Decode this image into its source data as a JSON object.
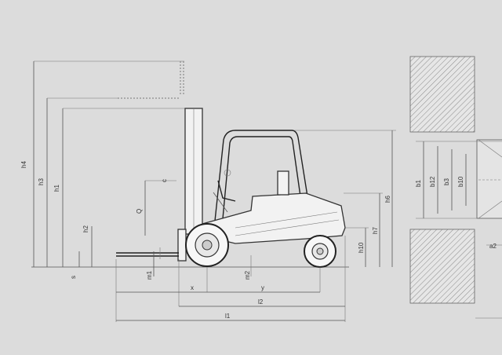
{
  "side_labels": {
    "h4": "h4",
    "h3": "h3",
    "h1": "h1",
    "h2": "h2",
    "s": "s",
    "c": "c",
    "Q": "Q",
    "m1": "m1",
    "m2": "m2",
    "x": "x",
    "y": "y",
    "l2": "l2",
    "l1": "l1",
    "h6": "h6",
    "h7": "h7",
    "h10": "h10"
  },
  "right_labels": {
    "b1": "b1",
    "b12": "b12",
    "b3": "b3",
    "b10": "b10",
    "a2": "a2"
  },
  "colors": {
    "background": "#dcdcdc",
    "line": "#555555",
    "hatch": "#8a8a8a"
  }
}
